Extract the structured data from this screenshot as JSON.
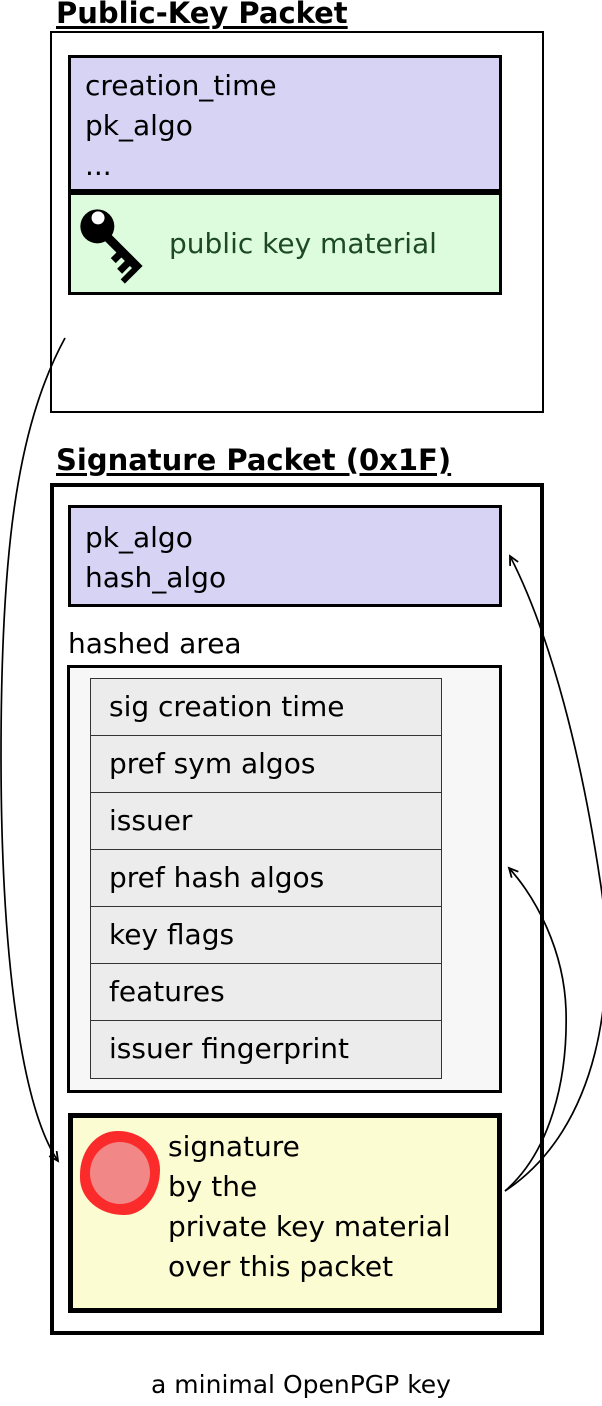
{
  "page": {
    "caption": "a minimal OpenPGP key"
  },
  "colors": {
    "header_fill": "#d7d3f5",
    "material_fill": "#ddfcdd",
    "material_text": "#1d4a25",
    "hashed_fill": "#f7f7f7",
    "subpacket_fill": "#ececec",
    "signature_fill": "#fcfcd2",
    "seal_ring": "#fb2b2b",
    "seal_fill": "#f28787",
    "line": "#000000"
  },
  "public_key_packet": {
    "title": "Public-Key Packet",
    "header_fields": [
      "creation_time",
      "pk_algo",
      "..."
    ],
    "material": {
      "icon": "key-icon",
      "label": "public key material"
    }
  },
  "signature_packet": {
    "title": "Signature Packet (0x1F)",
    "header_fields": [
      "pk_algo",
      "hash_algo"
    ],
    "hashed_area": {
      "label": "hashed area",
      "subpackets": [
        "sig creation time",
        "pref sym algos",
        "issuer",
        "pref hash algos",
        "key flags",
        "features",
        "issuer fingerprint"
      ]
    },
    "signature": {
      "icon": "seal-icon",
      "lines": [
        "signature",
        "by the",
        "private key material",
        "over this packet"
      ]
    }
  },
  "arrows": {
    "pubkey_to_signature": "public-key packet to signature",
    "signature_to_header": "signature to sig header fields",
    "signature_to_hashed_area": "signature to hashed area"
  }
}
